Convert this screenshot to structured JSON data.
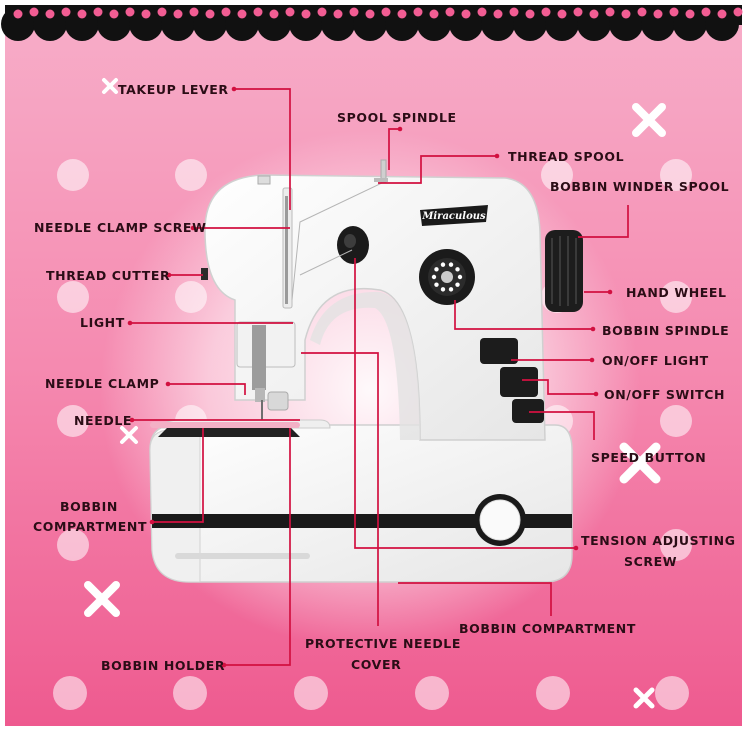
{
  "brand": "Miraculous",
  "colors": {
    "background_top": "#f7a6c3",
    "background_bottom": "#ef5d92",
    "scallop": "#111111",
    "scallop_dot": "#f25d93",
    "leader_line": "#d21040",
    "label_text": "#2b0d16",
    "machine_body": "#f6f6f6"
  },
  "labels": {
    "takeup_lever": "TAKEUP LEVER",
    "spool_spindle": "SPOOL SPINDLE",
    "thread_spool": "THREAD SPOOL",
    "bobbin_winder_spool": "BOBBIN WINDER SPOOL",
    "needle_clamp_screw": "NEEDLE CLAMP SCREW",
    "thread_cutter": "THREAD CUTTER",
    "hand_wheel": "HAND WHEEL",
    "light": "LIGHT",
    "bobbin_spindle": "BOBBIN SPINDLE",
    "on_off_light": "ON/OFF LIGHT",
    "needle_clamp": "NEEDLE CLAMP",
    "on_off_switch": "ON/OFF SWITCH",
    "needle": "NEEDLE",
    "speed_button": "SPEED BUTTON",
    "bobbin_compartment_left_1": "BOBBIN",
    "bobbin_compartment_left_2": "COMPARTMENT",
    "tension_adjusting_screw_1": "TENSION ADJUSTING",
    "tension_adjusting_screw_2": "SCREW",
    "bobbin_compartment_right": "BOBBIN COMPARTMENT",
    "protective_needle_cover_1": "PROTECTIVE NEEDLE",
    "protective_needle_cover_2": "COVER",
    "bobbin_holder": "BOBBIN HOLDER"
  }
}
